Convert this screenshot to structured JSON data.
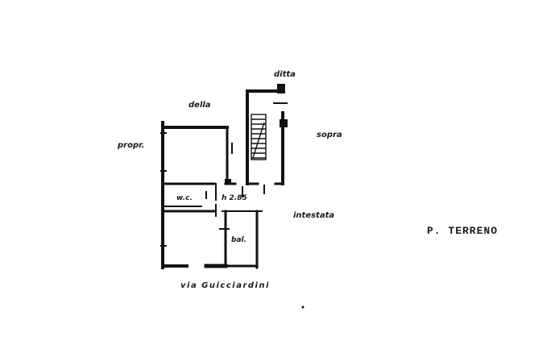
{
  "floor_label": "P. TERRENO",
  "labels": {
    "top_owner_a": "ditta",
    "top_owner_b": "della",
    "left_owner": "propr.",
    "right_owner": "sopra",
    "right_lower": "intestata",
    "wc": "w.c.",
    "height": "h 2.85",
    "bath": "bal.",
    "street": "via Guicciardini"
  },
  "colors": {
    "ink": "#111111",
    "paper": "#ffffff"
  }
}
